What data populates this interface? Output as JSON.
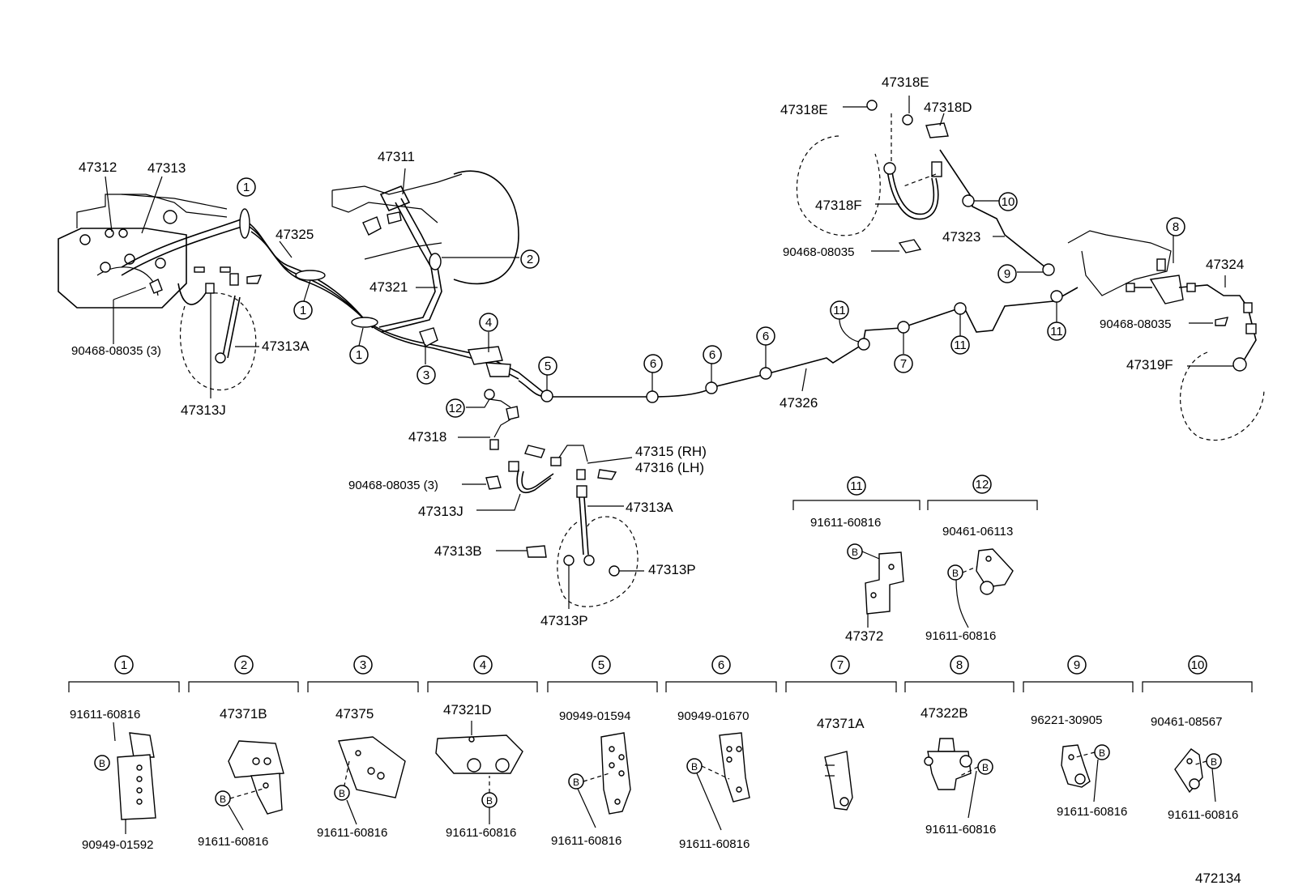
{
  "labels": {
    "p47312": "47312",
    "p47313": "47313",
    "p47311": "47311",
    "p47325": "47325",
    "p47321": "47321",
    "p90468_3a": "90468-08035 (3)",
    "p47313A_a": "47313A",
    "p47313J_a": "47313J",
    "p47318": "47318",
    "p47315": "47315 (RH)",
    "p47316": "47316 (LH)",
    "p90468_3b": "90468-08035 (3)",
    "p47313J_b": "47313J",
    "p47313A_b": "47313A",
    "p47313B": "47313B",
    "p47313P_a": "47313P",
    "p47313P_b": "47313P",
    "p47326": "47326",
    "p47318E_a": "47318E",
    "p47318E_b": "47318E",
    "p47318D": "47318D",
    "p47318F": "47318F",
    "p90468_a": "90468-08035",
    "p47323": "47323",
    "p47324": "47324",
    "p90468_b": "90468-08035",
    "p47319F": "47319F",
    "d11_top": "91611-60816",
    "d11_part": "47372",
    "d12_top": "90461-06113",
    "d12_bottom": "91611-60816",
    "d1_top": "91611-60816",
    "d1_bottom": "90949-01592",
    "d2_top": "47371B",
    "d2_bottom": "91611-60816",
    "d3_top": "47375",
    "d3_bottom": "91611-60816",
    "d4_top": "47321D",
    "d4_bottom": "91611-60816",
    "d5_top": "90949-01594",
    "d5_bottom": "91611-60816",
    "d6_top": "90949-01670",
    "d6_bottom": "91611-60816",
    "d7_top": "47371A",
    "d8_top": "47322B",
    "d8_bottom": "91611-60816",
    "d9_top": "96221-30905",
    "d9_bottom": "91611-60816",
    "d10_top": "90461-08567",
    "d10_bottom": "91611-60816",
    "diagram_id": "472134"
  },
  "callouts": {
    "n1": "1",
    "n2": "2",
    "n3": "3",
    "n4": "4",
    "n5": "5",
    "n6": "6",
    "n7": "7",
    "n8": "8",
    "n9": "9",
    "n10": "10",
    "n11": "11",
    "n12": "12",
    "b": "B"
  }
}
